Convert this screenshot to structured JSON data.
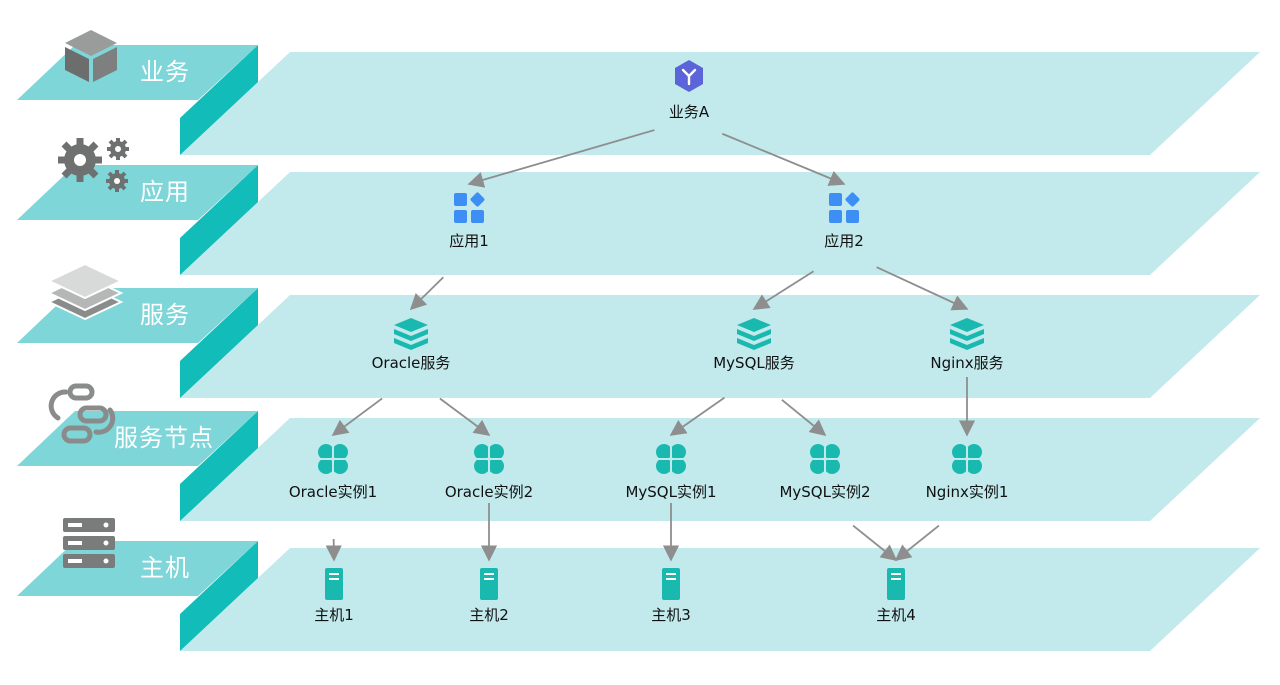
{
  "layers": [
    {
      "id": "business",
      "label": "业务",
      "icon": "cube-icon"
    },
    {
      "id": "application",
      "label": "应用",
      "icon": "gears-icon"
    },
    {
      "id": "service",
      "label": "服务",
      "icon": "stack-icon"
    },
    {
      "id": "service_node",
      "label": "服务节点",
      "icon": "chain-icon"
    },
    {
      "id": "host",
      "label": "主机",
      "icon": "server-rack-icon"
    }
  ],
  "nodes": {
    "bizA": {
      "label": "业务A",
      "icon": "hexagon-y-icon"
    },
    "app1": {
      "label": "应用1",
      "icon": "app-grid-icon"
    },
    "app2": {
      "label": "应用2",
      "icon": "app-grid-icon"
    },
    "svcOracle": {
      "label": "Oracle服务",
      "icon": "database-icon"
    },
    "svcMysql": {
      "label": "MySQL服务",
      "icon": "database-icon"
    },
    "svcNginx": {
      "label": "Nginx服务",
      "icon": "database-icon"
    },
    "instOracle1": {
      "label": "Oracle实例1",
      "icon": "clover-icon"
    },
    "instOracle2": {
      "label": "Oracle实例2",
      "icon": "clover-icon"
    },
    "instMysql1": {
      "label": "MySQL实例1",
      "icon": "clover-icon"
    },
    "instMysql2": {
      "label": "MySQL实例2",
      "icon": "clover-icon"
    },
    "instNginx1": {
      "label": "Nginx实例1",
      "icon": "clover-icon"
    },
    "host1": {
      "label": "主机1",
      "icon": "server-icon"
    },
    "host2": {
      "label": "主机2",
      "icon": "server-icon"
    },
    "host3": {
      "label": "主机3",
      "icon": "server-icon"
    },
    "host4": {
      "label": "主机4",
      "icon": "server-icon"
    }
  },
  "edges": [
    [
      "bizA",
      "app1"
    ],
    [
      "bizA",
      "app2"
    ],
    [
      "app1",
      "svcOracle"
    ],
    [
      "app2",
      "svcMysql"
    ],
    [
      "app2",
      "svcNginx"
    ],
    [
      "svcOracle",
      "instOracle1"
    ],
    [
      "svcOracle",
      "instOracle2"
    ],
    [
      "svcMysql",
      "instMysql1"
    ],
    [
      "svcMysql",
      "instMysql2"
    ],
    [
      "svcNginx",
      "instNginx1"
    ],
    [
      "instOracle1",
      "host1"
    ],
    [
      "instOracle2",
      "host2"
    ],
    [
      "instMysql1",
      "host3"
    ],
    [
      "instMysql2",
      "host4"
    ],
    [
      "instNginx1",
      "host4"
    ]
  ],
  "colors": {
    "plane": "#c2e9eb",
    "labelPlate": "#7fd6d9",
    "labelSide": "#12bcb8",
    "iconGray": "#767878",
    "teal": "#1ab9b0",
    "blue": "#3e8ff5",
    "purple": "#5b64d8",
    "arrow": "#8e8e8e"
  }
}
